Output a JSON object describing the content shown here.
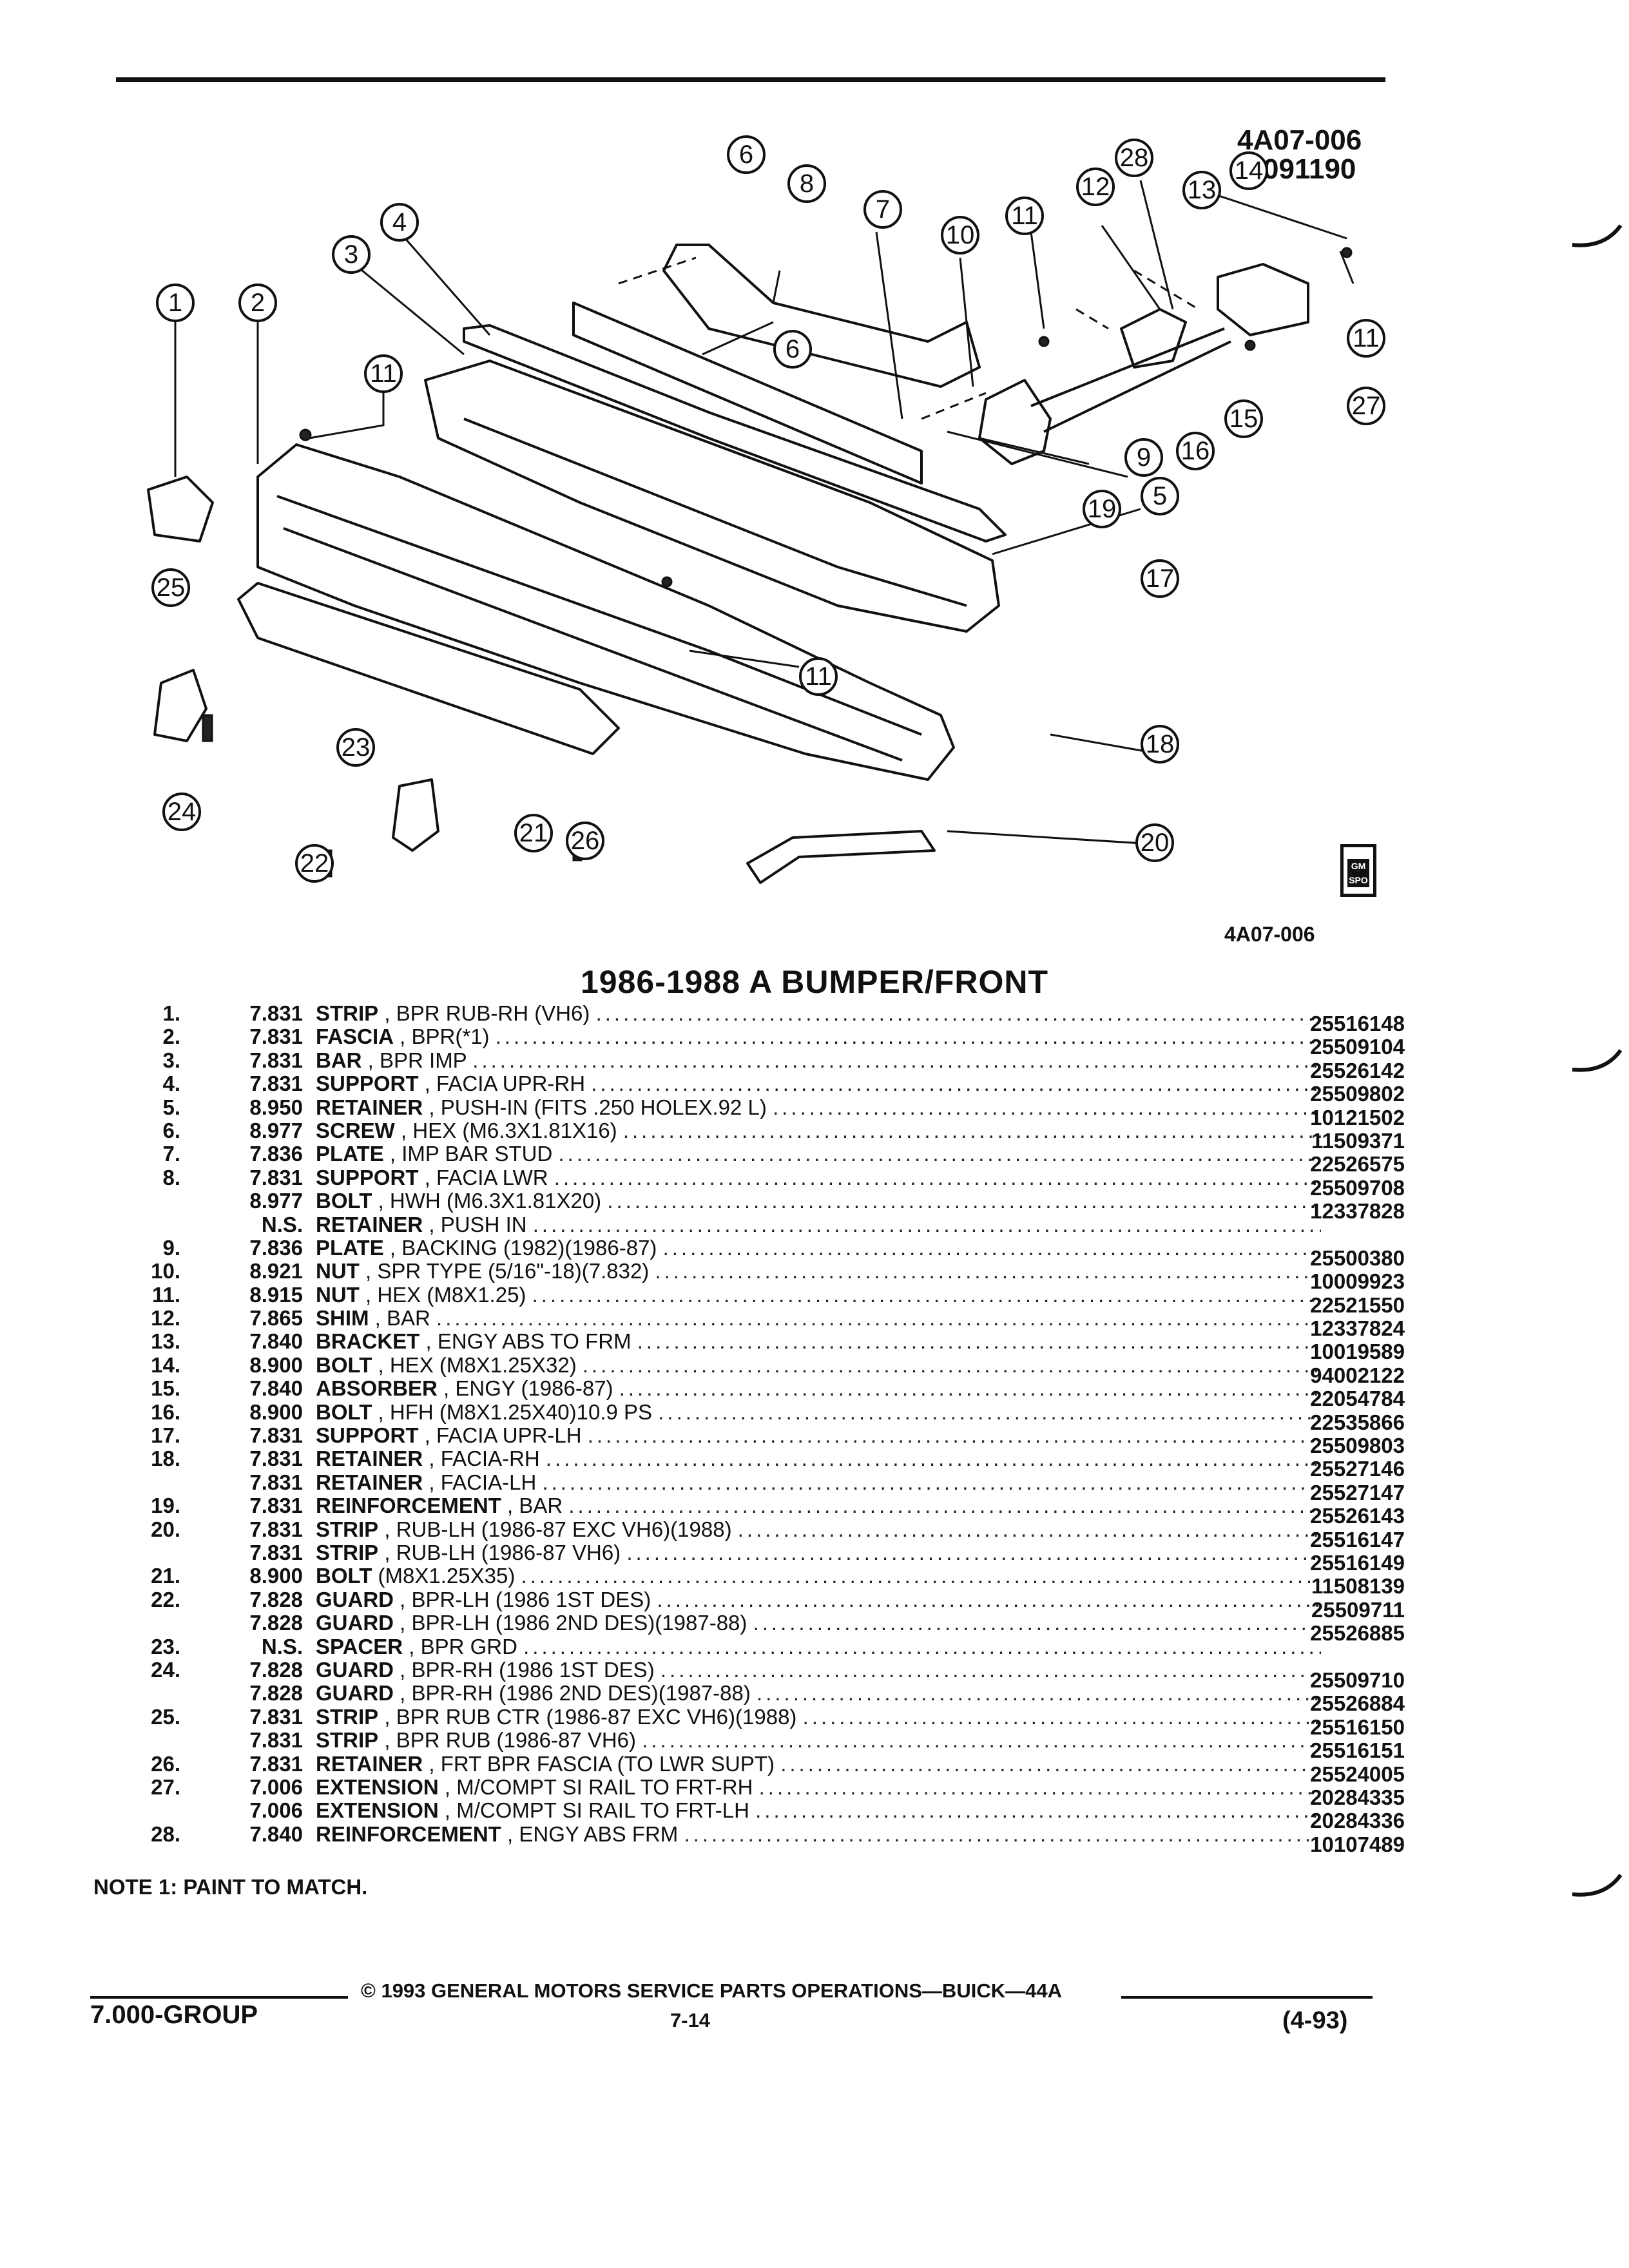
{
  "header": {
    "ref_code": "4A07-006",
    "date_code": "091190"
  },
  "diagram": {
    "figure_code": "4A07-006",
    "callouts": [
      "1",
      "2",
      "3",
      "4",
      "5",
      "6",
      "6",
      "7",
      "8",
      "9",
      "10",
      "11",
      "11",
      "11",
      "11",
      "12",
      "13",
      "14",
      "15",
      "16",
      "17",
      "18",
      "19",
      "20",
      "21",
      "22",
      "23",
      "24",
      "25",
      "26",
      "27",
      "28"
    ]
  },
  "title": "1986-1988 A BUMPER/FRONT",
  "parts": [
    {
      "num": "1.",
      "group": "7.831",
      "name": "STRIP",
      "desc": ", BPR RUB-RH (VH6)",
      "pn": "25516148"
    },
    {
      "num": "2.",
      "group": "7.831",
      "name": "FASCIA",
      "desc": ", BPR(*1)",
      "pn": "25509104"
    },
    {
      "num": "3.",
      "group": "7.831",
      "name": "BAR",
      "desc": ", BPR IMP",
      "pn": "25526142"
    },
    {
      "num": "4.",
      "group": "7.831",
      "name": "SUPPORT",
      "desc": ", FACIA UPR-RH",
      "pn": "25509802"
    },
    {
      "num": "5.",
      "group": "8.950",
      "name": "RETAINER",
      "desc": ", PUSH-IN (FITS .250 HOLEX.92 L)",
      "pn": "10121502"
    },
    {
      "num": "6.",
      "group": "8.977",
      "name": "SCREW",
      "desc": ", HEX (M6.3X1.81X16)",
      "pn": "11509371"
    },
    {
      "num": "7.",
      "group": "7.836",
      "name": "PLATE",
      "desc": ", IMP BAR STUD",
      "pn": "22526575"
    },
    {
      "num": "8.",
      "group": "7.831",
      "name": "SUPPORT",
      "desc": ", FACIA LWR",
      "pn": "25509708"
    },
    {
      "num": "",
      "group": "8.977",
      "name": "BOLT",
      "desc": ", HWH (M6.3X1.81X20)",
      "pn": "12337828"
    },
    {
      "num": "",
      "group": "N.S.",
      "name": "RETAINER",
      "desc": ", PUSH IN",
      "pn": ""
    },
    {
      "num": "9.",
      "group": "7.836",
      "name": "PLATE",
      "desc": ", BACKING (1982)(1986-87)",
      "pn": "25500380"
    },
    {
      "num": "10.",
      "group": "8.921",
      "name": "NUT",
      "desc": ", SPR TYPE (5/16\"-18)(7.832)",
      "pn": "10009923"
    },
    {
      "num": "11.",
      "group": "8.915",
      "name": "NUT",
      "desc": ", HEX (M8X1.25)",
      "pn": "22521550"
    },
    {
      "num": "12.",
      "group": "7.865",
      "name": "SHIM",
      "desc": ", BAR",
      "pn": "12337824"
    },
    {
      "num": "13.",
      "group": "7.840",
      "name": "BRACKET",
      "desc": ", ENGY ABS TO FRM",
      "pn": "10019589"
    },
    {
      "num": "14.",
      "group": "8.900",
      "name": "BOLT",
      "desc": ", HEX (M8X1.25X32)",
      "pn": "94002122"
    },
    {
      "num": "15.",
      "group": "7.840",
      "name": "ABSORBER",
      "desc": ", ENGY (1986-87)",
      "pn": "22054784"
    },
    {
      "num": "16.",
      "group": "8.900",
      "name": "BOLT",
      "desc": ", HFH (M8X1.25X40)10.9 PS",
      "pn": "22535866"
    },
    {
      "num": "17.",
      "group": "7.831",
      "name": "SUPPORT",
      "desc": ", FACIA UPR-LH",
      "pn": "25509803"
    },
    {
      "num": "18.",
      "group": "7.831",
      "name": "RETAINER",
      "desc": ", FACIA-RH",
      "pn": "25527146"
    },
    {
      "num": "",
      "group": "7.831",
      "name": "RETAINER",
      "desc": ", FACIA-LH",
      "pn": "25527147"
    },
    {
      "num": "19.",
      "group": "7.831",
      "name": "REINFORCEMENT",
      "desc": ", BAR",
      "pn": "25526143"
    },
    {
      "num": "20.",
      "group": "7.831",
      "name": "STRIP",
      "desc": ", RUB-LH (1986-87 EXC VH6)(1988)",
      "pn": "25516147"
    },
    {
      "num": "",
      "group": "7.831",
      "name": "STRIP",
      "desc": ", RUB-LH (1986-87 VH6)",
      "pn": "25516149"
    },
    {
      "num": "21.",
      "group": "8.900",
      "name": "BOLT",
      "desc": "(M8X1.25X35)",
      "pn": "11508139"
    },
    {
      "num": "22.",
      "group": "7.828",
      "name": "GUARD",
      "desc": ", BPR-LH (1986 1ST DES)",
      "pn": "25509711"
    },
    {
      "num": "",
      "group": "7.828",
      "name": "GUARD",
      "desc": ", BPR-LH (1986 2ND DES)(1987-88)",
      "pn": "25526885"
    },
    {
      "num": "23.",
      "group": "N.S.",
      "name": "SPACER",
      "desc": ", BPR GRD",
      "pn": ""
    },
    {
      "num": "24.",
      "group": "7.828",
      "name": "GUARD",
      "desc": ", BPR-RH (1986 1ST DES)",
      "pn": "25509710"
    },
    {
      "num": "",
      "group": "7.828",
      "name": "GUARD",
      "desc": ", BPR-RH (1986 2ND DES)(1987-88)",
      "pn": "25526884"
    },
    {
      "num": "25.",
      "group": "7.831",
      "name": "STRIP",
      "desc": ", BPR RUB CTR (1986-87 EXC VH6)(1988)",
      "pn": "25516150"
    },
    {
      "num": "",
      "group": "7.831",
      "name": "STRIP",
      "desc": ", BPR RUB (1986-87 VH6)",
      "pn": "25516151"
    },
    {
      "num": "26.",
      "group": "7.831",
      "name": "RETAINER",
      "desc": ", FRT BPR FASCIA (TO LWR SUPT)",
      "pn": "25524005"
    },
    {
      "num": "27.",
      "group": "7.006",
      "name": "EXTENSION",
      "desc": ", M/COMPT SI RAIL TO FRT-RH",
      "pn": "20284335"
    },
    {
      "num": "",
      "group": "7.006",
      "name": "EXTENSION",
      "desc": ", M/COMPT SI RAIL TO FRT-LH",
      "pn": "20284336"
    },
    {
      "num": "28.",
      "group": "7.840",
      "name": "REINFORCEMENT",
      "desc": ", ENGY ABS FRM",
      "pn": "10107489"
    }
  ],
  "note": "NOTE 1: PAINT TO MATCH.",
  "footer": {
    "copyright": "© 1993 GENERAL MOTORS SERVICE PARTS OPERATIONS—BUICK—44A",
    "group": "7.000-GROUP",
    "page": "7-14",
    "date": "(4-93)"
  },
  "logo_text": "GM SPO"
}
